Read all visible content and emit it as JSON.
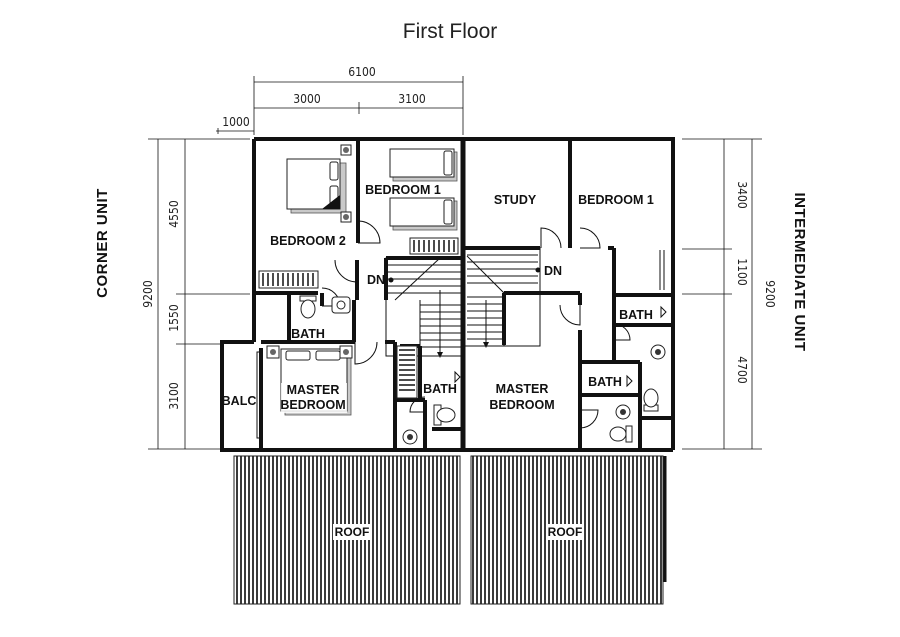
{
  "title": "First Floor",
  "dimensions": {
    "top_total": "6100",
    "top_left": "3000",
    "top_right": "3100",
    "top_offset": "1000",
    "left_total": "9200",
    "left_upper": "4550",
    "left_middle": "1550",
    "left_lower": "3100",
    "right_total": "9200",
    "right_upper": "3400",
    "right_middle": "1100",
    "right_lower": "4700"
  },
  "side_labels": {
    "left": "CORNER UNIT",
    "right": "INTERMEDIATE UNIT"
  },
  "corner_unit": {
    "bedroom2": "BEDROOM 2",
    "bedroom1": "BEDROOM 1",
    "bath": "BATH",
    "master_line1": "MASTER",
    "master_line2": "BEDROOM",
    "balcony": "BALC",
    "bath2": "BATH",
    "down": "DN",
    "roof": "ROOF"
  },
  "intermediate_unit": {
    "study": "STUDY",
    "bedroom1": "BEDROOM 1",
    "bath1": "BATH",
    "bath2": "BATH",
    "master_line1": "MASTER",
    "master_line2": "BEDROOM",
    "down": "DN",
    "roof": "ROOF"
  },
  "colors": {
    "wall": "#111111",
    "roof_hatch": "#444444",
    "bed_shadow": "#bdbdbd"
  }
}
